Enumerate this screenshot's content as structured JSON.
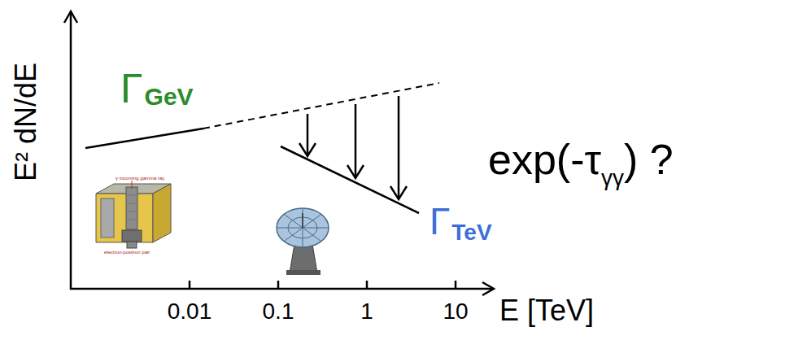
{
  "diagram": {
    "labels": [
      "E² dN/dE",
      "Γ",
      "GeV",
      "exp(-τ",
      "γγ",
      ") ?",
      "Γ",
      "TeV",
      "0.01",
      "0.1",
      "1",
      "10",
      "E [TeV]",
      "γ incoming gamma ray",
      "electron-positron pair"
    ]
  }
}
